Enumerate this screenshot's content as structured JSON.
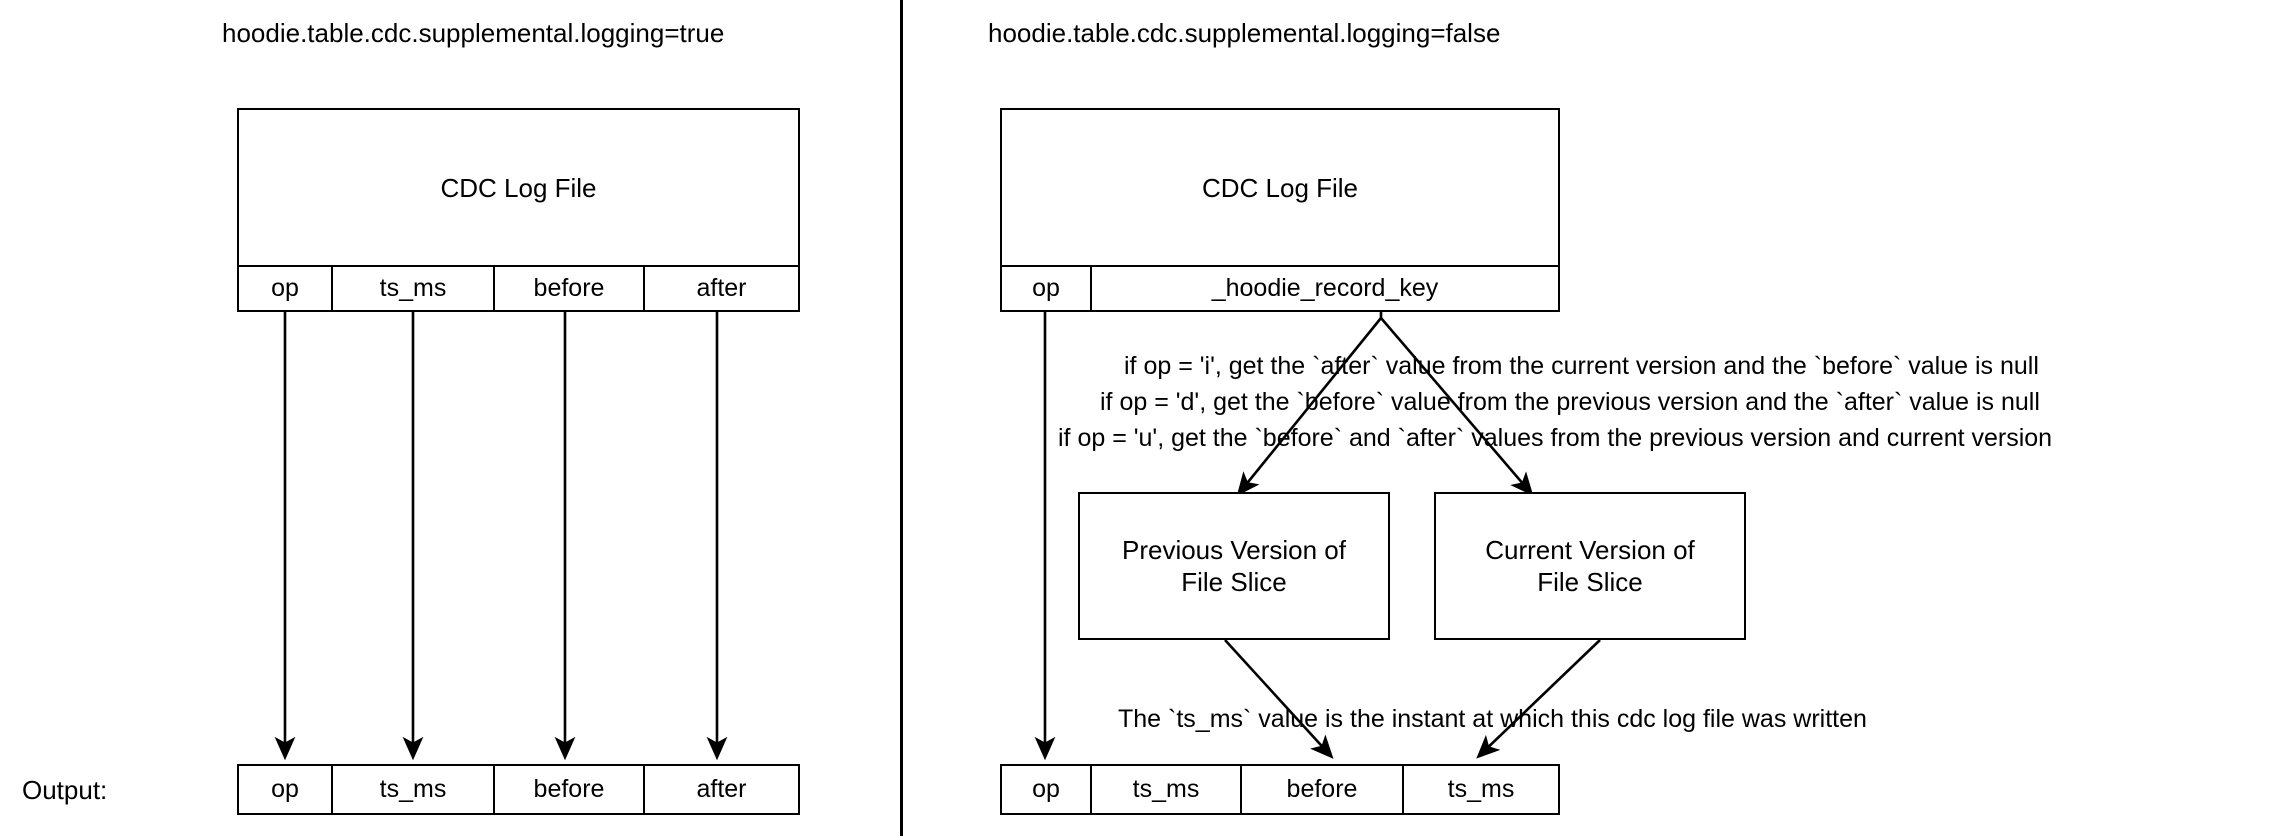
{
  "diagram": {
    "title_left": "hoodie.table.cdc.supplemental.logging=true",
    "title_right": "hoodie.table.cdc.supplemental.logging=false",
    "output_label": "Output:"
  },
  "left_panel": {
    "log_file_box": "CDC Log File",
    "log_columns": [
      "op",
      "ts_ms",
      "before",
      "after"
    ],
    "output_columns": [
      "op",
      "ts_ms",
      "before",
      "after"
    ]
  },
  "right_panel": {
    "log_file_box": "CDC Log File",
    "log_columns": [
      "op",
      "_hoodie_record_key"
    ],
    "rules": [
      "if op = 'i', get the `after` value from the current version and the `before` value is null",
      "if op = 'd', get the `before` value from the previous version  and the `after` value is null",
      "if op = 'u', get the `before` and `after` values from the previous version and current version"
    ],
    "version_boxes": [
      "Previous Version of\nFile Slice",
      "Current Version of\nFile Slice"
    ],
    "previous_version_line1": "Previous Version of",
    "previous_version_line2": "File Slice",
    "current_version_line1": "Current Version of",
    "current_version_line2": "File Slice",
    "ts_note": "The `ts_ms` value is the instant at which this cdc log file was written",
    "output_columns": [
      "op",
      "ts_ms",
      "before",
      "ts_ms"
    ]
  },
  "colors": {
    "stroke": "#000000",
    "background": "#ffffff",
    "text": "#000000"
  }
}
